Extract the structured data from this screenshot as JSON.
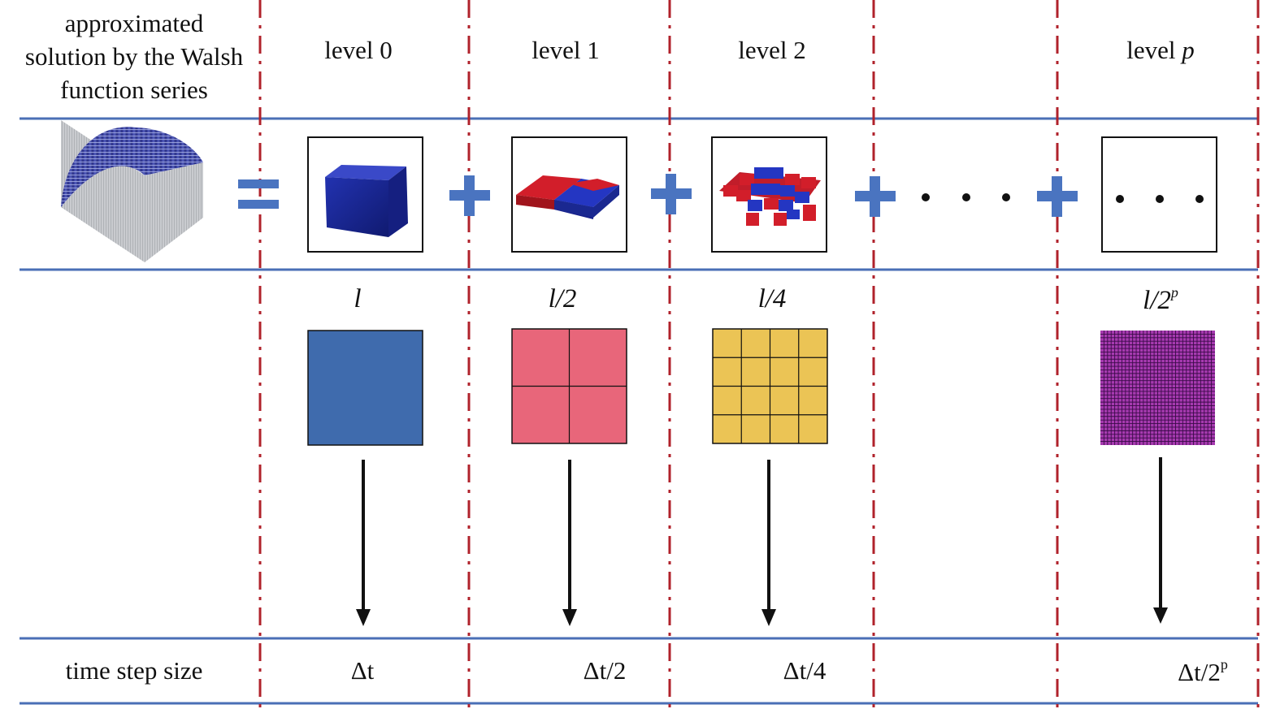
{
  "header": {
    "left_lines": [
      "approximated",
      "solution by the Walsh",
      "function series"
    ],
    "levels": [
      {
        "prefix": "level ",
        "var": "0"
      },
      {
        "prefix": "level ",
        "var": "1"
      },
      {
        "prefix": "level ",
        "var": "2"
      },
      {
        "prefix": "level ",
        "var": "p"
      }
    ]
  },
  "equation": {
    "equals_symbol": "=",
    "plus_symbol": "+",
    "ellipsis": "• • •"
  },
  "size_labels": [
    {
      "base": "l",
      "sup": ""
    },
    {
      "base": "l/2",
      "sup": ""
    },
    {
      "base": "l/4",
      "sup": ""
    },
    {
      "base": "l/2",
      "sup": "p"
    }
  ],
  "grid_divisions": [
    1,
    2,
    4,
    32
  ],
  "grid_colors": [
    "#3f6bad",
    "#e8667a",
    "#ebc455",
    "#a73ab0"
  ],
  "time_row": {
    "label": "time step size",
    "values": [
      {
        "base": "Δt",
        "sup": ""
      },
      {
        "base": "Δt/2",
        "sup": ""
      },
      {
        "base": "Δt/4",
        "sup": ""
      },
      {
        "base": "Δt/2",
        "sup": "p"
      }
    ]
  },
  "colors": {
    "row_rule": "#4a6fb6",
    "column_divider": "#b0222b",
    "plus_sign": "#4a74c0",
    "cube_blue": "#1f2fa0",
    "cube_red": "#d21e2a"
  }
}
